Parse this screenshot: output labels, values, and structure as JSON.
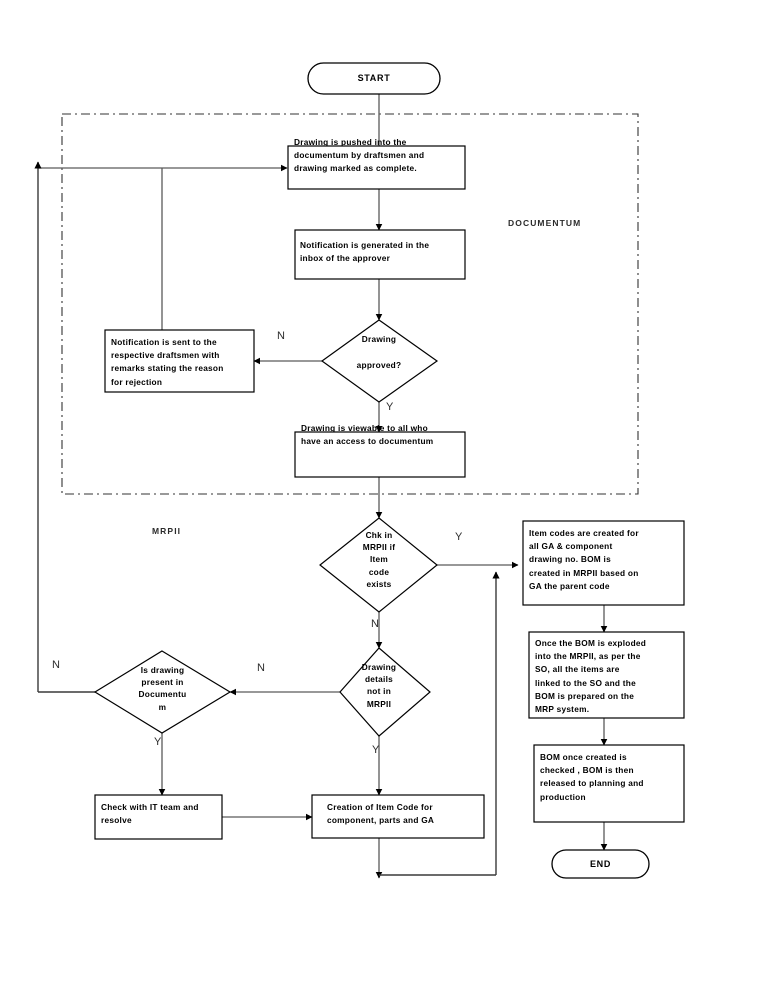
{
  "diagram": {
    "title": "Drawing release and BOM creation flowchart",
    "type": "flowchart",
    "colors": {
      "stroke": "#3f3f3f",
      "arrow_fill": "#000000",
      "text": "#000000",
      "background": "#ffffff",
      "lane_border": "#333333"
    }
  },
  "lanes": [
    {
      "id": "lane-documentum",
      "label": "DOCUMENTUM",
      "style": "dashed"
    },
    {
      "id": "lane-mrpii",
      "label": "MRPII",
      "style": "none"
    }
  ],
  "nodes": [
    {
      "id": "start",
      "shape": "terminator",
      "text": "START"
    },
    {
      "id": "drawing-pushed",
      "shape": "process",
      "text": "Drawing is pushed into the\ndocumentum by draftsmen and\ndrawing marked as complete."
    },
    {
      "id": "notification-inbox",
      "shape": "process",
      "text": "Notification is generated in the\ninbox of the approver"
    },
    {
      "id": "drawing-approved",
      "shape": "decision",
      "text": "Drawing\n\napproved?"
    },
    {
      "id": "notification-sent",
      "shape": "process",
      "text": "Notification is sent to the\nrespective draftsmen with\nremarks stating the reason\nfor rejection"
    },
    {
      "id": "drawing-viewable",
      "shape": "process",
      "text": "Drawing is viewable to all who\nhave an access to documentum"
    },
    {
      "id": "chk-mrpii",
      "shape": "decision",
      "text": "Chk in\nMRPII if\nItem\ncode\nexists"
    },
    {
      "id": "item-codes-created",
      "shape": "process",
      "text": "Item codes are created for\nall GA & component\ndrawing no. BOM is\ncreated in MRPII based on\nGA the parent code"
    },
    {
      "id": "bom-exploded",
      "shape": "process",
      "text": "Once the BOM is exploded\ninto the MRPII, as per the\nSO,  all the items are\nlinked to the SO and the\nBOM is prepared on the\nMRP system."
    },
    {
      "id": "bom-checked",
      "shape": "process",
      "text": "BOM once created is\nchecked , BOM is then\nreleased to planning and\nproduction"
    },
    {
      "id": "drawing-details",
      "shape": "decision",
      "text": "Drawing\ndetails\nnot in\nMRPII"
    },
    {
      "id": "is-drawing-present",
      "shape": "decision",
      "text": "Is drawing\npresent in\nDocumentu\nm"
    },
    {
      "id": "check-it-team",
      "shape": "process",
      "text": "Check with IT team and\nresolve"
    },
    {
      "id": "creation-item-code",
      "shape": "process",
      "text": "Creation of Item Code  for\ncomponent, parts and GA"
    },
    {
      "id": "end",
      "shape": "terminator",
      "text": "END"
    }
  ],
  "edge_labels": [
    {
      "id": "lbl-approved-n",
      "text": "N"
    },
    {
      "id": "lbl-approved-y",
      "text": "Y"
    },
    {
      "id": "lbl-chk-y",
      "text": "Y"
    },
    {
      "id": "lbl-chk-n",
      "text": "N"
    },
    {
      "id": "lbl-details-n",
      "text": "N"
    },
    {
      "id": "lbl-details-y",
      "text": "Y"
    },
    {
      "id": "lbl-present-n",
      "text": "N"
    },
    {
      "id": "lbl-present-y",
      "text": "Y"
    }
  ]
}
